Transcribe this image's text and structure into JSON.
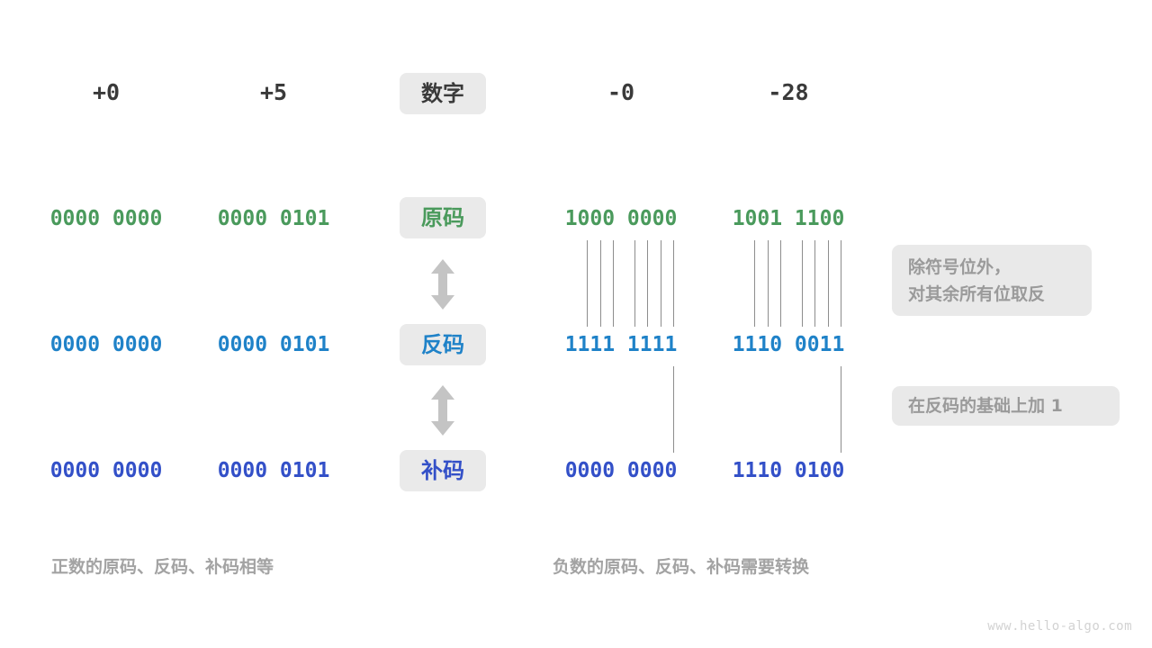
{
  "meta": {
    "watermark": "www.hello-algo.com",
    "colors": {
      "green": "#4a9a5c",
      "blue": "#1f82c8",
      "indigo": "#3350c8",
      "chip_bg": "#eaeaea",
      "note_bg": "#e9e9e9",
      "note_text": "#9a9a9a",
      "caption_text": "#a3a3a3",
      "line": "#8d8d8d",
      "arrow": "#c4c4c4",
      "dark_text": "#3a3a3a"
    }
  },
  "columns": {
    "header_label": "数字",
    "numbers": {
      "pos_zero": "+0",
      "pos_five": "+5",
      "neg_zero": "-0",
      "neg_twentyeight": "-28"
    }
  },
  "rows": [
    {
      "key": "true_form",
      "chip": "原码",
      "color": "green",
      "pos_zero": "0000 0000",
      "pos_five": "0000 0101",
      "neg_zero": "1000 0000",
      "neg_twentyeight": "1001 1100"
    },
    {
      "key": "ones_complement",
      "chip": "反码",
      "color": "blue",
      "pos_zero": "0000 0000",
      "pos_five": "0000 0101",
      "neg_zero": "1111 1111",
      "neg_twentyeight": "1110 0011"
    },
    {
      "key": "twos_complement",
      "chip": "补码",
      "color": "indigo",
      "pos_zero": "0000 0000",
      "pos_five": "0000 0101",
      "neg_zero": "0000 0000",
      "neg_twentyeight": "1110 0100"
    }
  ],
  "notes": {
    "invert": {
      "line1": "除符号位外，",
      "line2": "对其余所有位取反"
    },
    "add_one": {
      "line1": "在反码的基础上加 1"
    }
  },
  "captions": {
    "positive": "正数的原码、反码、补码相等",
    "negative": "负数的原码、反码、补码需要转换"
  }
}
